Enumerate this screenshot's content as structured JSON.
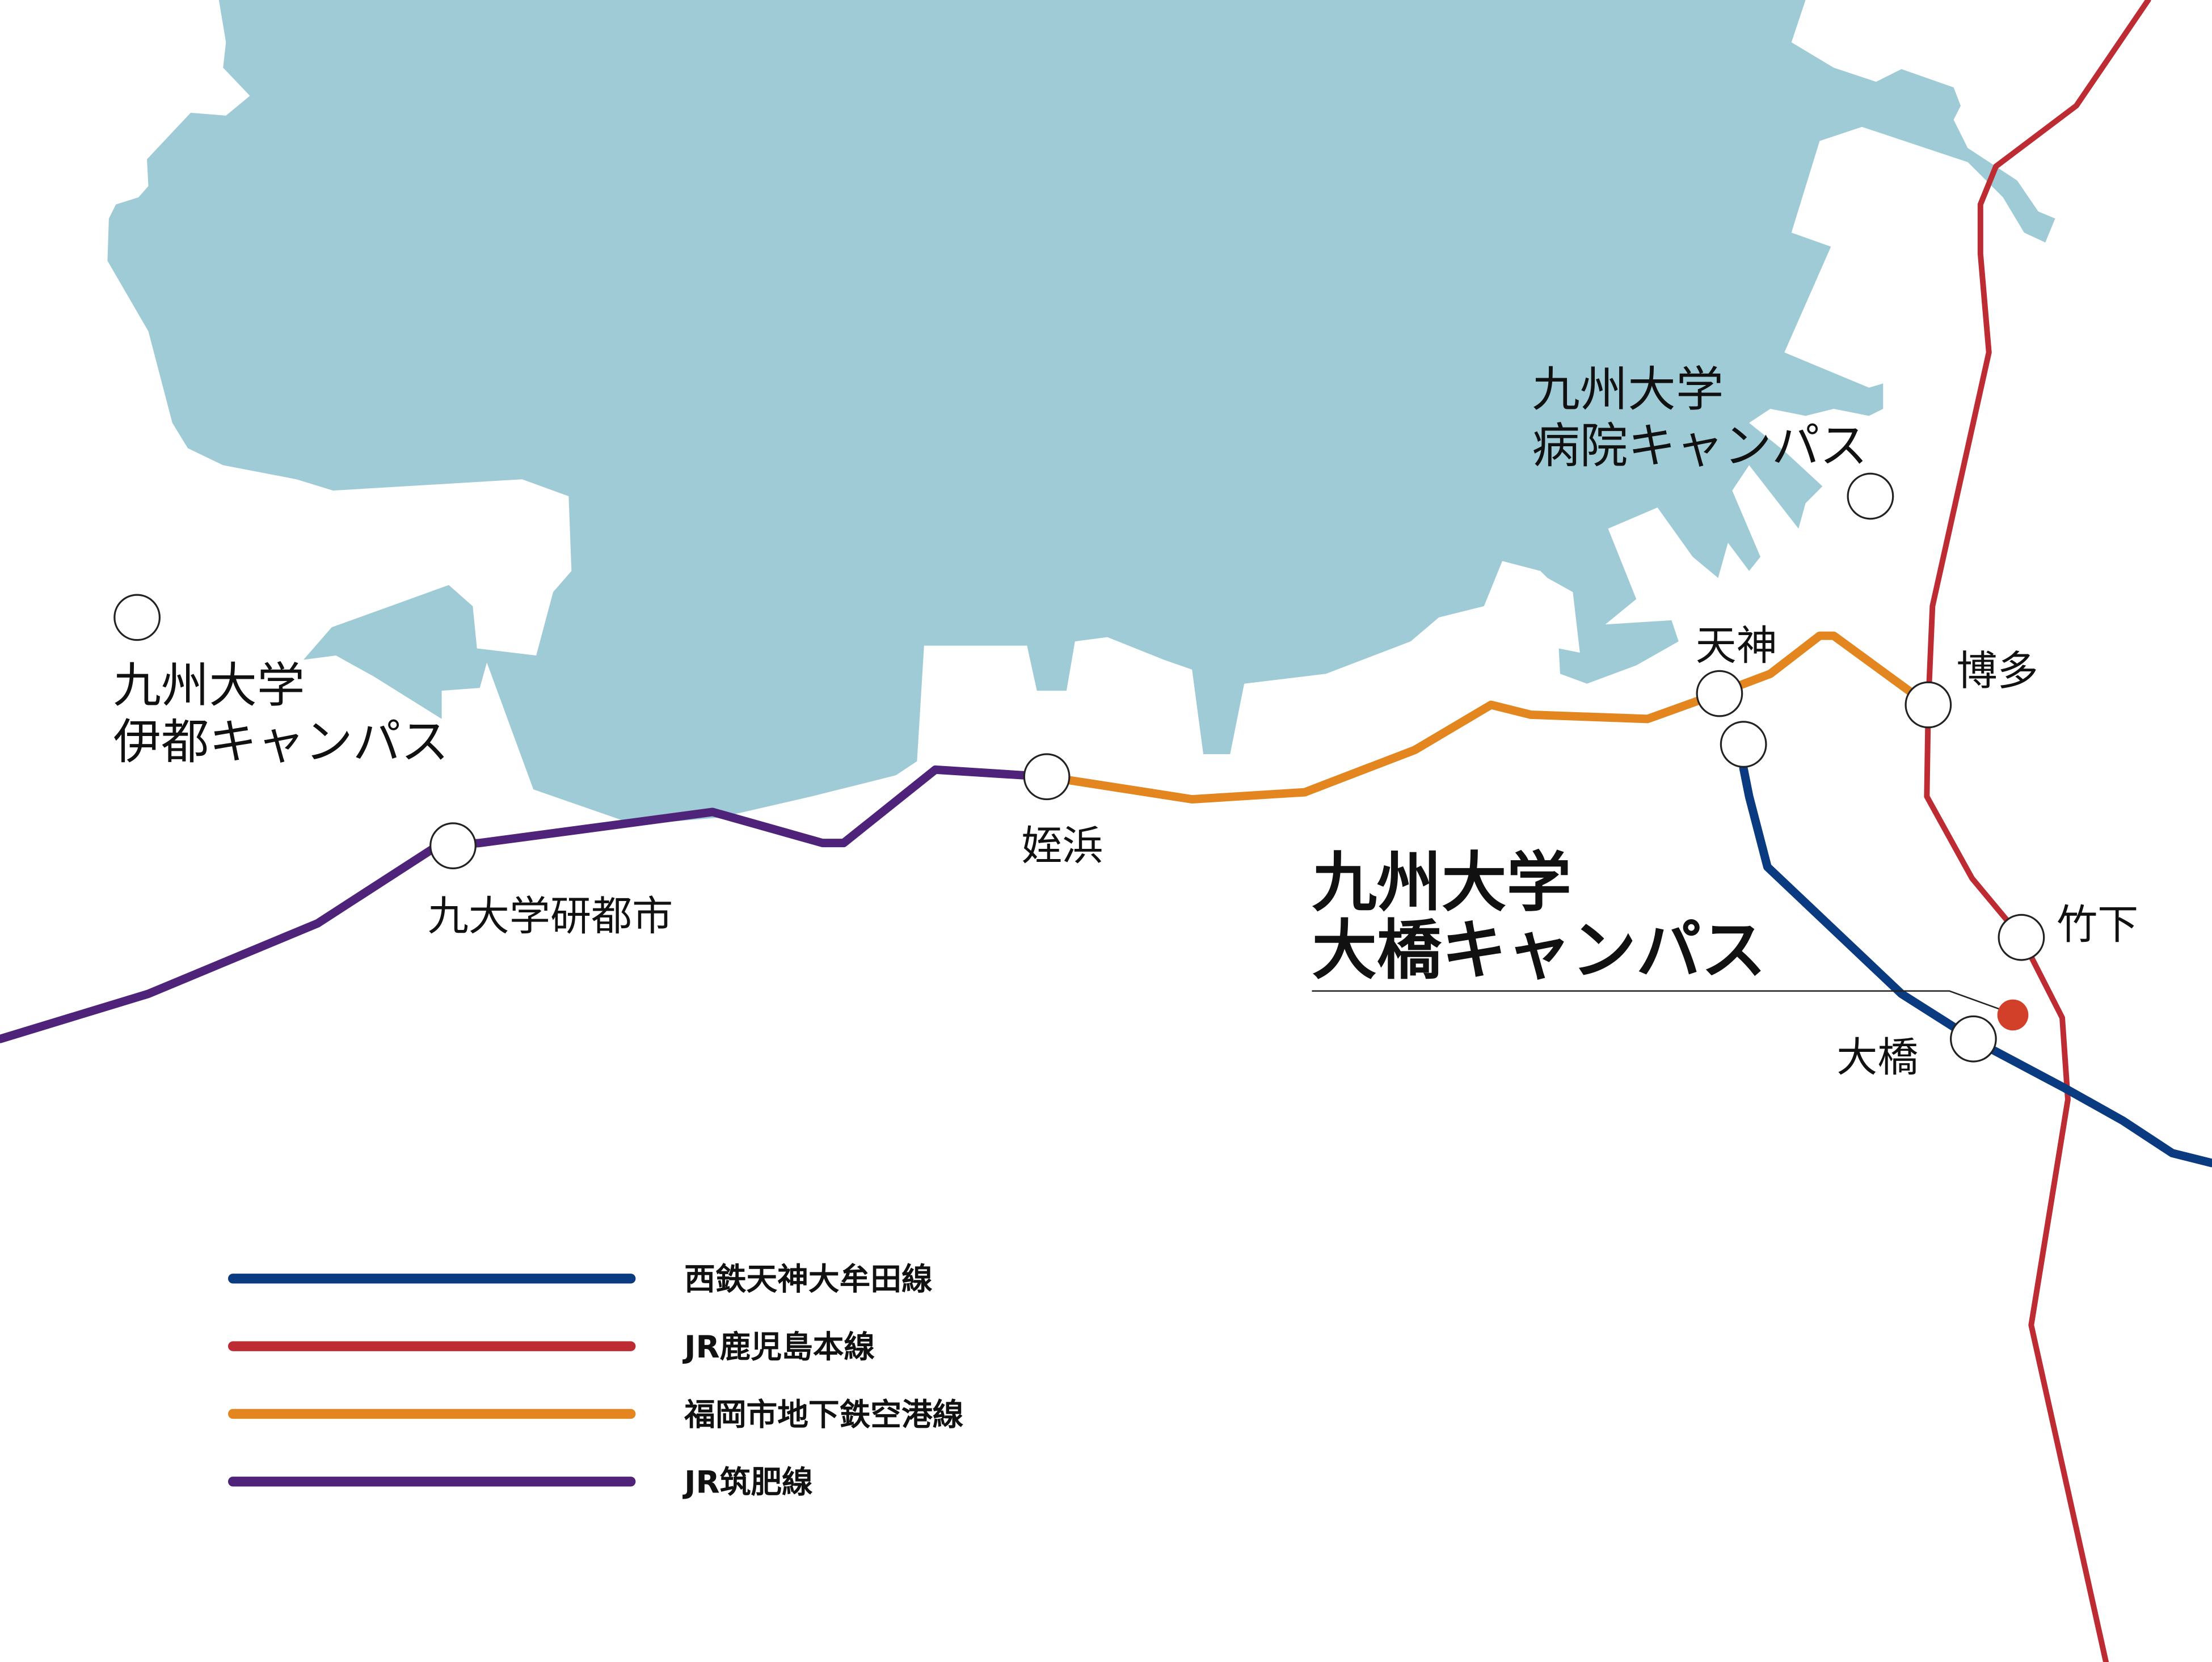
{
  "colors": {
    "sea": "#9fcbd7",
    "nishitetsu": "#0a3a80",
    "jr_kagoshima": "#be2c33",
    "subway_airport": "#e3861f",
    "jr_chikuhi": "#50237a",
    "campus_marker": "#d2402a"
  },
  "campuses": {
    "ito": {
      "line1": "九州大学",
      "line2": "伊都キャンパス"
    },
    "hospital": {
      "line1": "九州大学",
      "line2": "病院キャンパス"
    },
    "ohashi": {
      "line1": "九州大学",
      "line2": "大橋キャンパス"
    }
  },
  "stations": {
    "tenjin": "天神",
    "hakata": "博多",
    "meinohama": "姪浜",
    "kyudaigakkentoshi": "九大学研都市",
    "takeshita": "竹下",
    "ohashi": "大橋"
  },
  "legend": [
    {
      "label": "西鉄天神大牟田線",
      "color": "#0a3a80"
    },
    {
      "label": "JR鹿児島本線",
      "color": "#be2c33"
    },
    {
      "label": "福岡市地下鉄空港線",
      "color": "#e3861f"
    },
    {
      "label": "JR筑肥線",
      "color": "#50237a"
    }
  ]
}
